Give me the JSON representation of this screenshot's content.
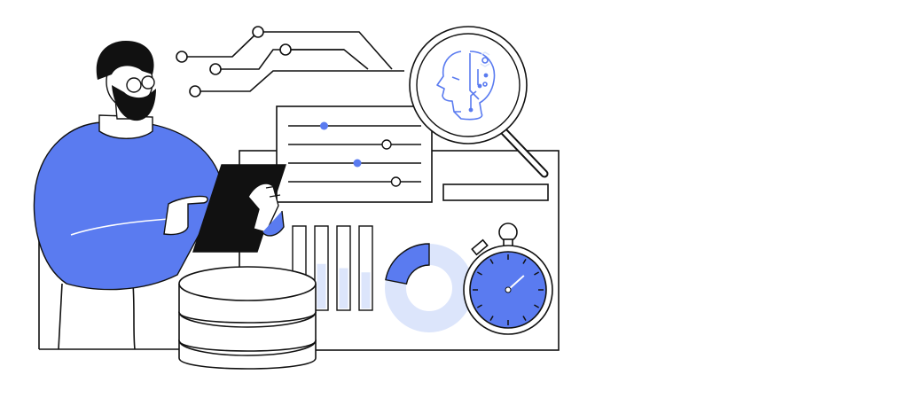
{
  "colors": {
    "accent": "#5a7bf0",
    "accent_light": "#dce5fb",
    "ink": "#111111",
    "paper": "#ffffff"
  },
  "icons": [
    "person-icon",
    "tablet-icon",
    "circuit-lines-icon",
    "magnifier-icon",
    "ai-head-icon",
    "sliders-icon",
    "bar-chart-icon",
    "donut-chart-icon",
    "stopwatch-icon",
    "database-icon"
  ],
  "sliders": [
    0.27,
    0.74,
    0.52,
    0.81
  ],
  "bar_levels": [
    0.4,
    0.55,
    0.5,
    0.45
  ],
  "donut_accent_fraction": 0.22,
  "stopwatch_hand_minutes": 8
}
